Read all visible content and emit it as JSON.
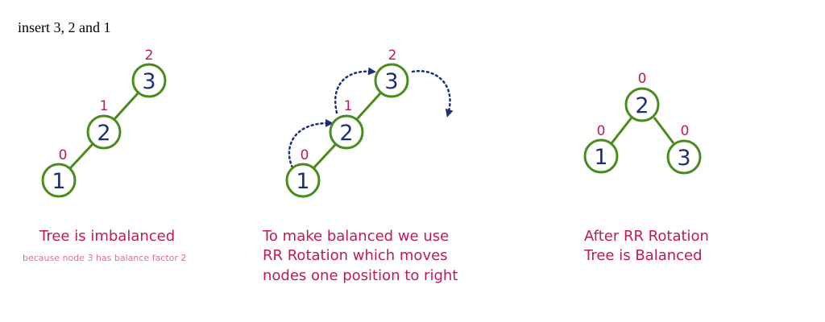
{
  "title": "insert 3, 2 and 1",
  "colors": {
    "edge": "#4a8c1c",
    "node_text": "#1d2f7a",
    "balance": "#c2185b",
    "caption": "#c2185b",
    "subcaption": "#de6f9e",
    "arrow": "#1d2f7a"
  },
  "panels": [
    {
      "caption_lines": [
        "Tree is imbalanced"
      ],
      "subcaption": "because node 3 has balance factor 2",
      "nodes": [
        {
          "value": "3",
          "balance": "2"
        },
        {
          "value": "2",
          "balance": "1"
        },
        {
          "value": "1",
          "balance": "0"
        }
      ]
    },
    {
      "caption_lines": [
        "To make balanced we use",
        "RR Rotation which moves",
        "nodes one position to right"
      ],
      "subcaption": "",
      "nodes": [
        {
          "value": "3",
          "balance": "2"
        },
        {
          "value": "2",
          "balance": "1"
        },
        {
          "value": "1",
          "balance": "0"
        }
      ]
    },
    {
      "caption_lines": [
        "After RR Rotation",
        "Tree is Balanced"
      ],
      "subcaption": "",
      "nodes": [
        {
          "value": "2",
          "balance": "0"
        },
        {
          "value": "1",
          "balance": "0"
        },
        {
          "value": "3",
          "balance": "0"
        }
      ]
    }
  ]
}
